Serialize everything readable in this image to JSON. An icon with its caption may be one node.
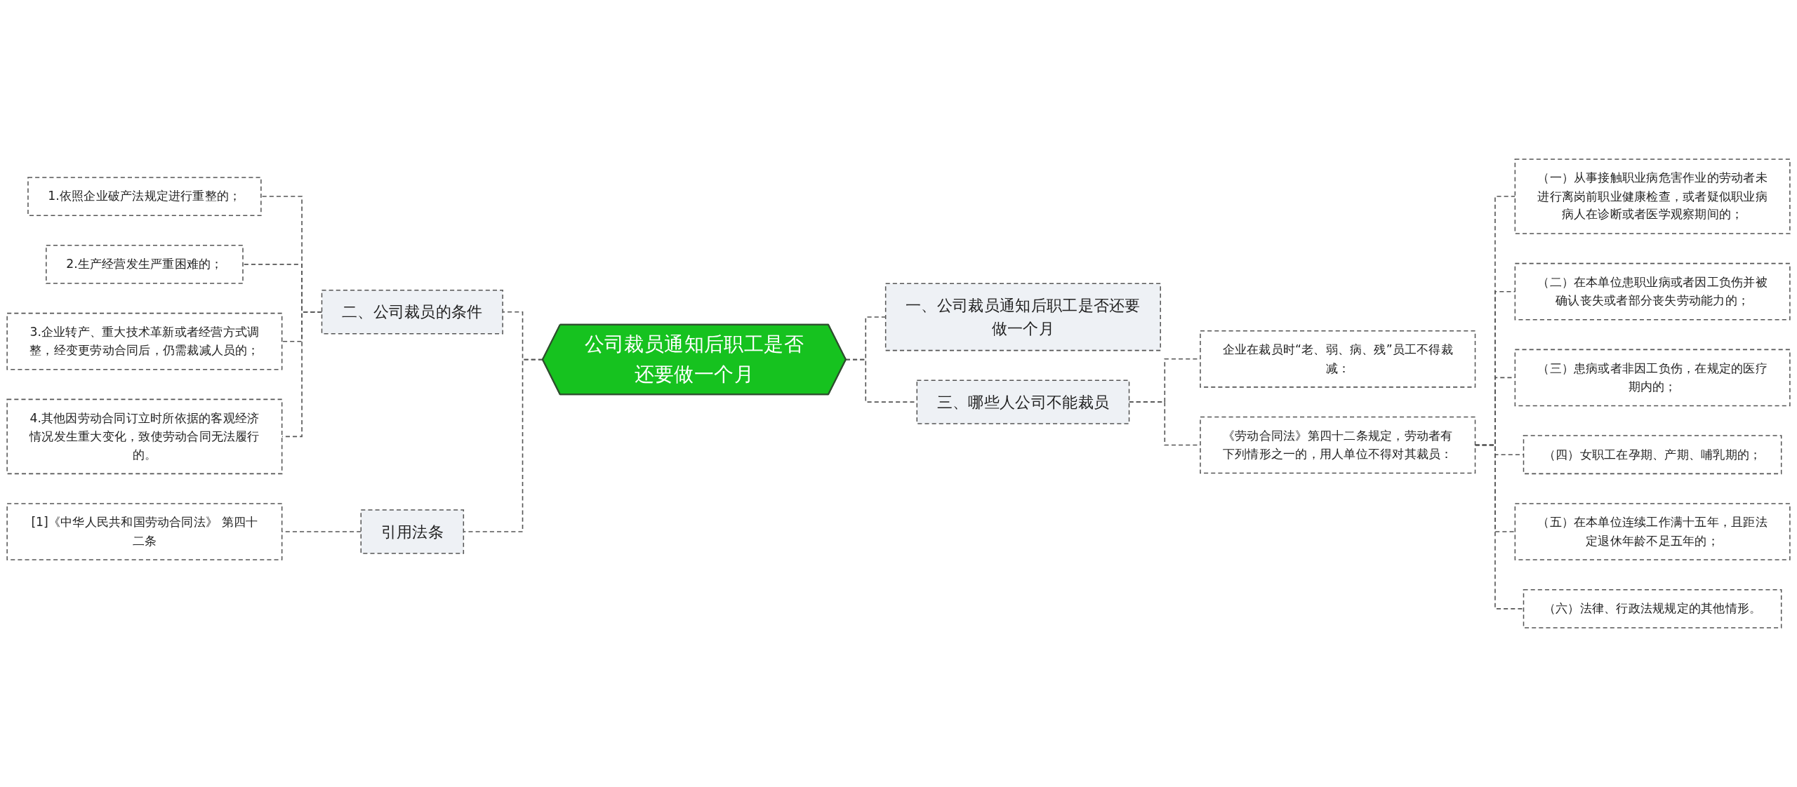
{
  "diagram": {
    "nodes": [
      {
        "text": [
          "公司裁员通知后职工是否还要做一个月"
        ]
      },
      {
        "text": [
          "二、公司裁员的条件"
        ]
      },
      {
        "text": [
          "1.依照企业破产法规定进行重整的；"
        ]
      },
      {
        "text": [
          "2.生产经营发生严重困难的；"
        ]
      },
      {
        "text": [
          "3.企业转产、重大技术革新或者经营方式调整，经变更劳动合同后，仍需裁减人员的；"
        ]
      },
      {
        "text": [
          "4.其他因劳动合同订立时所依据的客观经济情况发生重大变化，致使劳动合同无法履行的。"
        ]
      },
      {
        "text": [
          "引用法条"
        ]
      },
      {
        "text": [
          "[1]《中华人民共和国劳动合同法》 第四十二条"
        ]
      },
      {
        "text": [
          "一、公司裁员通知后职工是否还要做一个月"
        ]
      },
      {
        "text": [
          "三、哪些人公司不能裁员"
        ]
      },
      {
        "text": [
          "企业在裁员时“老、弱、病、残”员工不得裁减："
        ]
      },
      {
        "text": [
          "《劳动合同法》第四十二条规定，劳动者有下列情形之一的，用人单位不得对其裁员："
        ]
      },
      {
        "text": [
          "（一）从事接触职业病危害作业的劳动者未进行离岗前职业健康检查，或者疑似职业病病人在诊断或者医学观察期间的；"
        ]
      },
      {
        "text": [
          "（二）在本单位患职业病或者因工负伤并被确认丧失或者部分丧失劳动能力的；"
        ]
      },
      {
        "text": [
          "（三）患病或者非因工负伤，在规定的医疗期内的；"
        ]
      },
      {
        "text": [
          "（四）女职工在孕期、产期、哺乳期的；"
        ]
      },
      {
        "text": [
          "（五）在本单位连续工作满十五年，且距法定退休年龄不足五年的；"
        ]
      },
      {
        "text": [
          "（六）法律、行政法规规定的其他情形。"
        ]
      }
    ],
    "edges": [
      {
        "from": 0,
        "to": 1,
        "arrow": "none",
        "style": "dashed"
      },
      {
        "from": 1,
        "to": 2,
        "arrow": "none",
        "style": "dashed"
      },
      {
        "from": 1,
        "to": 3,
        "arrow": "none",
        "style": "dashed"
      },
      {
        "from": 1,
        "to": 4,
        "arrow": "none",
        "style": "dashed"
      },
      {
        "from": 1,
        "to": 5,
        "arrow": "none",
        "style": "dashed"
      },
      {
        "from": 0,
        "to": 6,
        "arrow": "none",
        "style": "dashed"
      },
      {
        "from": 6,
        "to": 7,
        "arrow": "none",
        "style": "dashed"
      },
      {
        "from": 0,
        "to": 8,
        "arrow": "none",
        "style": "dashed"
      },
      {
        "from": 0,
        "to": 9,
        "arrow": "none",
        "style": "dashed"
      },
      {
        "from": 9,
        "to": 10,
        "arrow": "none",
        "style": "dashed"
      },
      {
        "from": 9,
        "to": 11,
        "arrow": "none",
        "style": "dashed"
      },
      {
        "from": 11,
        "to": 12,
        "arrow": "none",
        "style": "dashed"
      },
      {
        "from": 11,
        "to": 13,
        "arrow": "none",
        "style": "dashed"
      },
      {
        "from": 11,
        "to": 14,
        "arrow": "none",
        "style": "dashed"
      },
      {
        "from": 11,
        "to": 15,
        "arrow": "none",
        "style": "dashed"
      },
      {
        "from": 11,
        "to": 16,
        "arrow": "none",
        "style": "dashed"
      },
      {
        "from": 11,
        "to": 17,
        "arrow": "none",
        "style": "dashed"
      }
    ]
  }
}
